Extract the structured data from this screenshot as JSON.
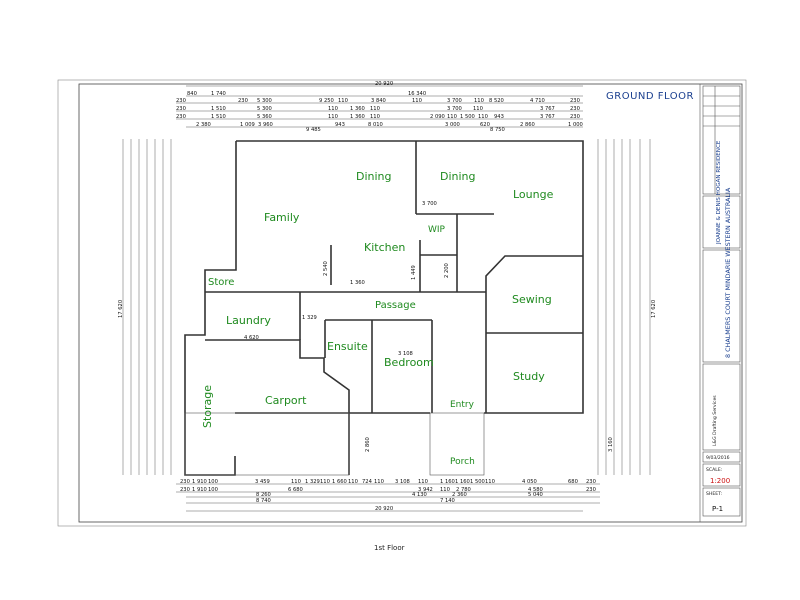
{
  "drawing": {
    "title": "GROUND FLOOR",
    "caption": "1st Floor"
  },
  "rooms": {
    "dining_left": "Dining",
    "dining_right": "Dining",
    "lounge": "Lounge",
    "family": "Family",
    "kitchen": "Kitchen",
    "wip": "WIP",
    "store": "Store",
    "passage": "Passage",
    "laundry": "Laundry",
    "sewing": "Sewing",
    "ensuite": "Ensuite",
    "bedroom": "Bedroom",
    "study": "Study",
    "storage": "Storage",
    "carport": "Carport",
    "entry": "Entry",
    "porch": "Porch"
  },
  "dimensions": {
    "top_overall": "20 920",
    "top_row1": [
      "840",
      "1 740",
      "16 340"
    ],
    "top_row2": [
      "230",
      "5 300",
      "9 250",
      "230",
      "110",
      "3 840",
      "110",
      "3 700",
      "110",
      "8 520",
      "4 710",
      "230"
    ],
    "top_row3": [
      "230",
      "1 510",
      "5 300",
      "110",
      "1 360",
      "110",
      "3 700",
      "110",
      "3 767",
      "230"
    ],
    "top_row4": [
      "230",
      "1 510",
      "5 360",
      "110",
      "1 360",
      "110",
      "2 090",
      "110",
      "1 500",
      "110",
      "943",
      "3 767",
      "230"
    ],
    "top_row5": [
      "2 380",
      "1 009",
      "3 960",
      "9 485",
      "943",
      "8 010",
      "3 000",
      "620",
      "2 860",
      "8 750",
      "1 000"
    ],
    "bottom_row1": [
      "230",
      "1 910",
      "100",
      "3 459",
      "110",
      "1 329",
      "110",
      "1 660",
      "110",
      "724",
      "110",
      "3 108",
      "110",
      "1 160",
      "1 160",
      "1 500",
      "110",
      "4 050",
      "680",
      "230"
    ],
    "bottom_row2": [
      "230",
      "1 910",
      "100",
      "6 680",
      "3 942",
      "110",
      "2 780",
      "4 580",
      "230"
    ],
    "bottom_row3": [
      "8 260",
      "4 130",
      "2 360",
      "5 040"
    ],
    "bottom_row4": [
      "8 740",
      "7 140"
    ],
    "bottom_overall": "20 920",
    "left_overall": "17 620",
    "right_overall": "17 620",
    "interior": [
      "2 540",
      "1 360",
      "1 449",
      "1 329",
      "2 200",
      "3 700",
      "4 620",
      "3 108",
      "2 860",
      "3 160"
    ]
  },
  "title_block": {
    "client": "JOANNE & DENIS HOGAN RESIDENCE",
    "address": "8 CHALMERS COURT MINDARIE WESTERN AUSTRALIA",
    "drafter": "L&G Drafting Services",
    "date": "9/03/2016",
    "scale_label": "SCALE:",
    "scale": "1:200",
    "sheet_label": "SHEET:",
    "sheet": "P-1"
  },
  "colors": {
    "room_label": "#1f8a1f",
    "title": "#1a3f8f",
    "scale": "#cc1111"
  }
}
